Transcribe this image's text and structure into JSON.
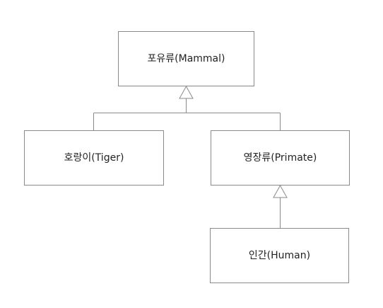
{
  "diagram": {
    "type": "class-hierarchy",
    "nodes": {
      "mammal": {
        "label": "포유류(Mammal)"
      },
      "tiger": {
        "label": "호랑이(Tiger)"
      },
      "primate": {
        "label": "영장류(Primate)"
      },
      "human": {
        "label": "인간(Human)"
      }
    },
    "relations": [
      {
        "from": "tiger",
        "to": "mammal",
        "kind": "inheritance"
      },
      {
        "from": "primate",
        "to": "mammal",
        "kind": "inheritance"
      },
      {
        "from": "human",
        "to": "primate",
        "kind": "inheritance"
      }
    ],
    "colors": {
      "stroke": "#8a8a8a",
      "text": "#222222",
      "background": "#ffffff"
    }
  }
}
